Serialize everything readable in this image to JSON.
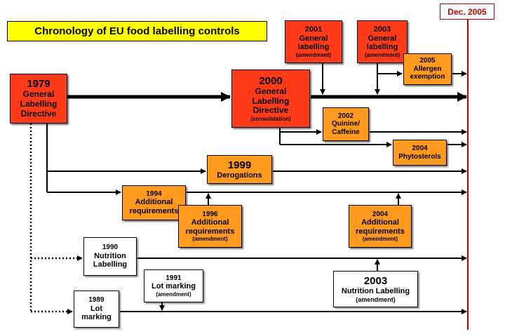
{
  "title": "Chronology of EU food labelling controls",
  "deadline": "Dec. 2005",
  "colors": {
    "red": "#ff3b1a",
    "orange": "#ff9a1e",
    "title_bg": "#ffff00",
    "deadline_line": "#c00000"
  },
  "boxes": {
    "b1979": {
      "year": "1979",
      "lines": [
        "General",
        "Labelling",
        "Directive"
      ]
    },
    "b2000": {
      "year": "2000",
      "lines": [
        "General",
        "Labelling",
        "Directive"
      ],
      "note": "(consolidation)"
    },
    "b2001": {
      "year": "2001",
      "lines": [
        "General",
        "labelling"
      ],
      "note": "(amendment)"
    },
    "b2003a": {
      "year": "2003",
      "lines": [
        "General",
        "labelling"
      ],
      "note": "(amendment)"
    },
    "b2005": {
      "year": "2005",
      "lines": [
        "Allergen",
        "exemption"
      ]
    },
    "b2002": {
      "year": "2002",
      "lines": [
        "Quinine/",
        "Caffeine"
      ]
    },
    "b2004p": {
      "year": "2004",
      "lines": [
        "Phytosterols"
      ]
    },
    "b1999": {
      "year": "1999",
      "lines": [
        "Derogations"
      ]
    },
    "b1994": {
      "year": "1994",
      "lines": [
        "Additional",
        "requirements"
      ]
    },
    "b1996": {
      "year": "1996",
      "lines": [
        "Additional",
        "requirements"
      ],
      "note": "(amendment)"
    },
    "b2004a": {
      "year": "2004",
      "lines": [
        "Additional",
        "requirements"
      ],
      "note": "(amendment)"
    },
    "b1990": {
      "year": "1990",
      "lines": [
        "Nutrition",
        "Labelling"
      ]
    },
    "b1991": {
      "year": "1991",
      "lines": [
        "Lot marking"
      ],
      "note": "(amendment)"
    },
    "b2003n": {
      "year": "2003",
      "lines": [
        "Nutrition Labelling"
      ],
      "note": "(amendment)"
    },
    "b1989": {
      "year": "1989",
      "lines": [
        "Lot",
        "marking"
      ]
    }
  }
}
